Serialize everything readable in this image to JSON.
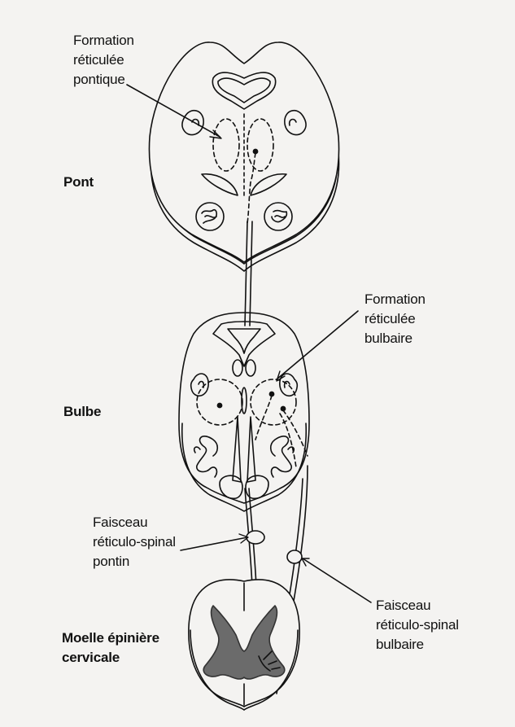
{
  "labels": {
    "formation_pontique": [
      "Formation",
      "réticulée",
      "pontique"
    ],
    "formation_bulbaire": [
      "Formation",
      "réticulée",
      "bulbaire"
    ],
    "faisceau_pontin": [
      "Faisceau",
      "réticulo-spinal",
      "pontin"
    ],
    "faisceau_bulbaire": [
      "Faisceau",
      "réticulo-spinal",
      "bulbaire"
    ]
  },
  "levels": {
    "pont": "Pont",
    "bulbe": "Bulbe",
    "moelle": [
      "Moelle épinière",
      "cervicale"
    ]
  },
  "colors": {
    "background": "#f4f3f1",
    "ink": "#111111",
    "gray_matter": "#6b6b6b"
  }
}
